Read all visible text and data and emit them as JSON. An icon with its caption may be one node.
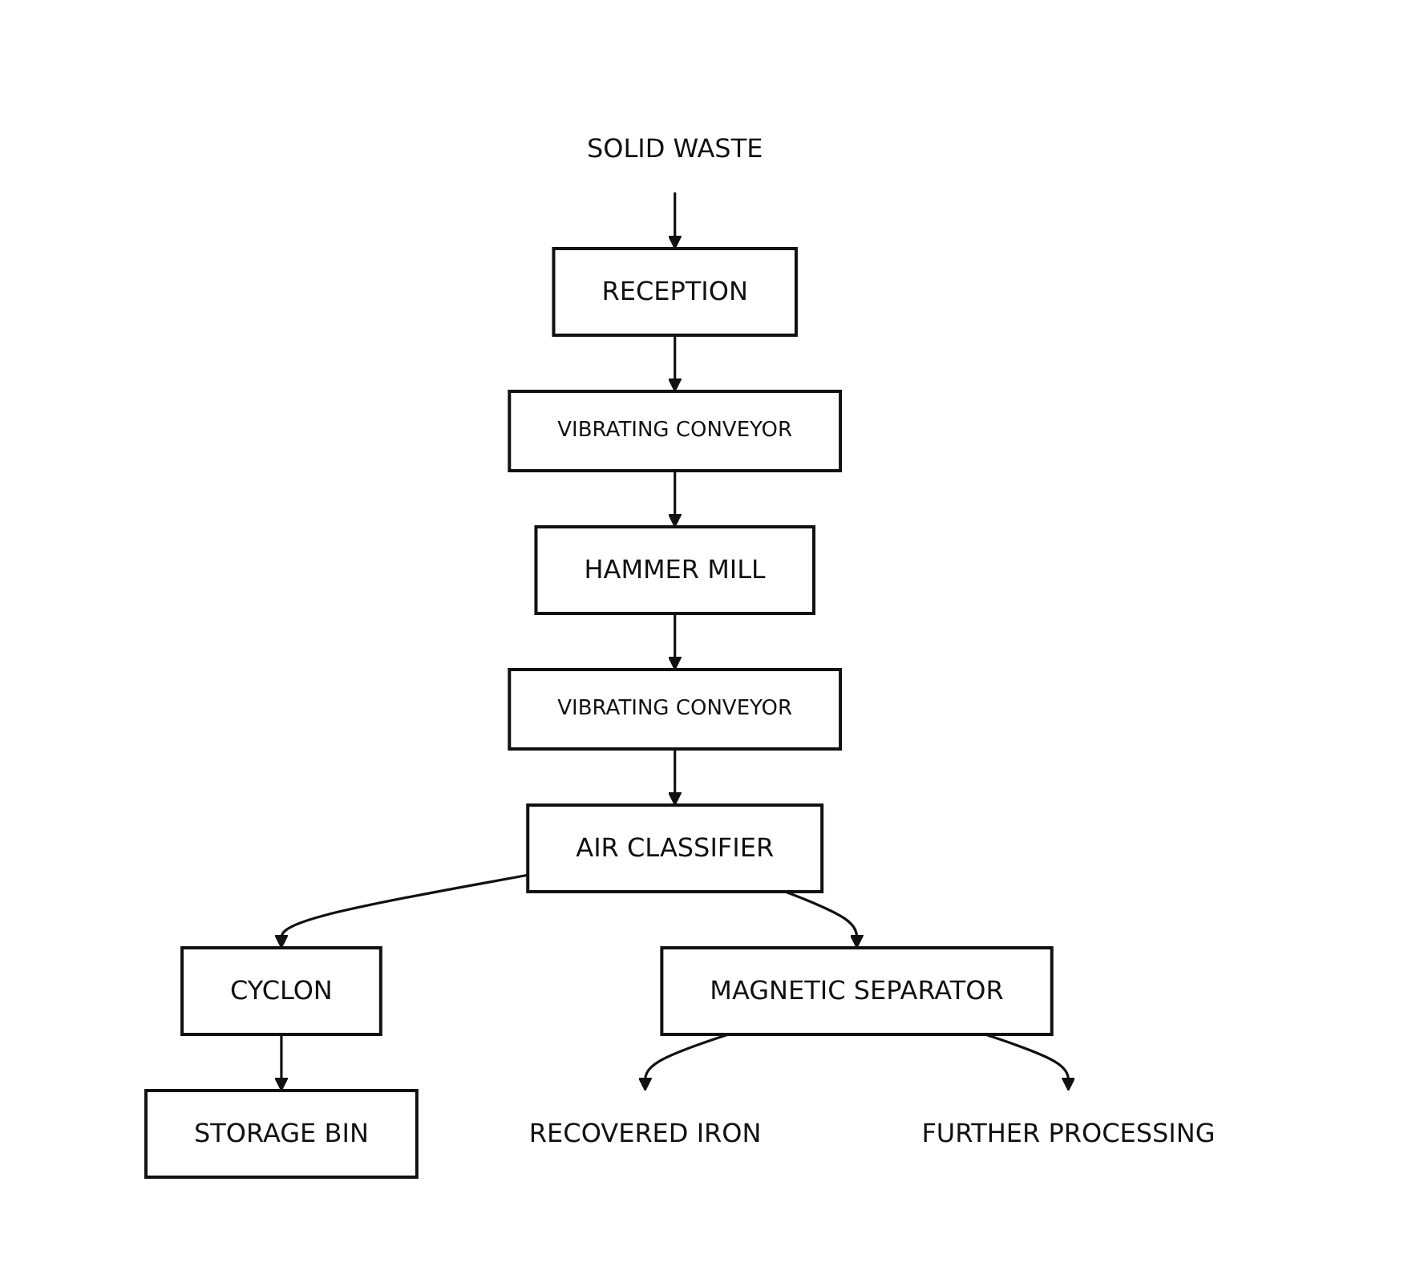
{
  "diagram": {
    "nodes": [
      {
        "text": [
          "SOLID WASTE"
        ]
      },
      {
        "text": [
          "RECEPTION"
        ]
      },
      {
        "text": [
          "VIBRATING CONVEYOR"
        ]
      },
      {
        "text": [
          "HAMMER MILL"
        ]
      },
      {
        "text": [
          "VIBRATING CONVEYOR"
        ]
      },
      {
        "text": [
          "AIR CLASSIFIER"
        ]
      },
      {
        "text": [
          "CYCLON"
        ]
      },
      {
        "text": [
          "STORAGE BIN"
        ]
      },
      {
        "text": [
          "MAGNETIC SEPARATOR"
        ]
      },
      {
        "text": [
          "RECOVERED IRON"
        ]
      },
      {
        "text": [
          "FURTHER PROCESSING"
        ]
      }
    ],
    "edges": [
      {
        "from": 0,
        "to": 1,
        "arrow": "to"
      },
      {
        "from": 1,
        "to": 2,
        "arrow": "to"
      },
      {
        "from": 2,
        "to": 3,
        "arrow": "to"
      },
      {
        "from": 3,
        "to": 4,
        "arrow": "to"
      },
      {
        "from": 4,
        "to": 5,
        "arrow": "to"
      },
      {
        "from": 5,
        "to": 6,
        "arrow": "to"
      },
      {
        "from": 6,
        "to": 7,
        "arrow": "to"
      },
      {
        "from": 5,
        "to": 8,
        "arrow": "to"
      },
      {
        "from": 8,
        "to": 9,
        "arrow": "to"
      },
      {
        "from": 8,
        "to": 10,
        "arrow": "to"
      }
    ]
  }
}
